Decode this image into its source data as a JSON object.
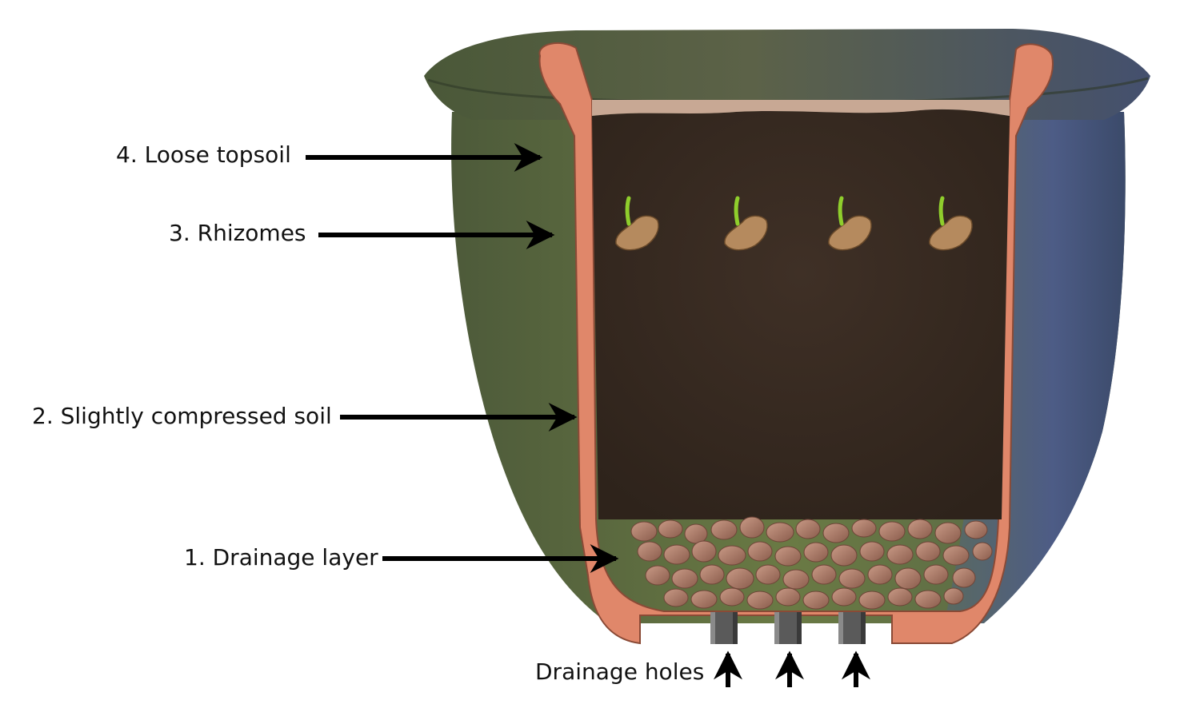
{
  "labels": {
    "loose_topsoil": "4. Loose topsoil",
    "rhizomes": "3. Rhizomes",
    "compressed_soil": "2. Slightly compressed soil",
    "drainage_layer": "1. Drainage layer",
    "drainage_holes": "Drainage holes"
  },
  "colors": {
    "soil": "#3a2c22",
    "pot_cut": "#e0876a",
    "pot_glaze_green": "#5a6a3a",
    "pot_glaze_blue": "#4a5a7a",
    "pebble": "#b07a64",
    "sprout": "#8fce2c",
    "arrow": "#000000"
  }
}
